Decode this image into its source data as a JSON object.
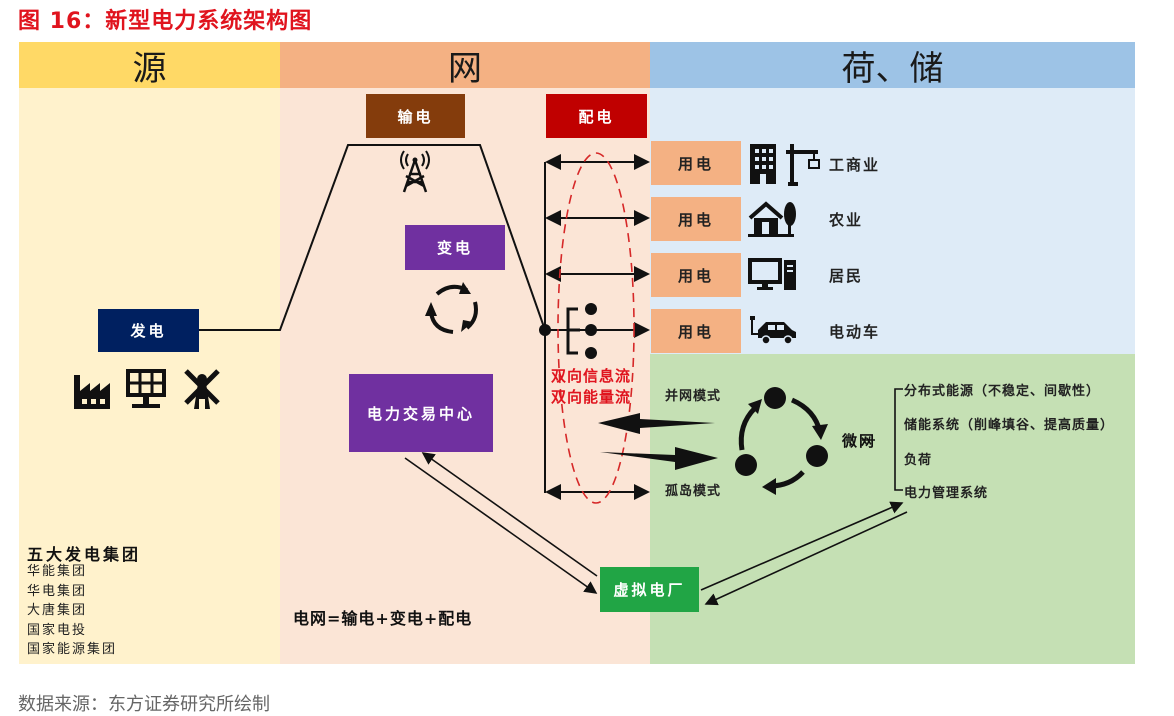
{
  "figure": {
    "title": "图 16：新型电力系统架构图",
    "source": "数据来源：东方证券研究所绘制"
  },
  "columns": {
    "source": {
      "label": "源",
      "header_color": "#ffd966",
      "body_color": "#fff2cc"
    },
    "grid": {
      "label": "网",
      "header_color": "#f4b183",
      "body_color": "#fbe5d6"
    },
    "load_storage": {
      "label": "荷、储",
      "header_color": "#9dc3e6",
      "body_color": "#deebf7",
      "lower_color": "#c5e0b4"
    }
  },
  "source_side": {
    "generation_label": "发电",
    "icons": [
      "factory-icon",
      "solar-panel-icon",
      "windmill-icon"
    ],
    "groups_title": "五大发电集团",
    "groups": [
      "华能集团",
      "华电集团",
      "大唐集团",
      "国家电投",
      "国家能源集团"
    ]
  },
  "grid_side": {
    "transmission_label": "输电",
    "transformation_label": "变电",
    "distribution_label": "配电",
    "trading_center_label": "电力交易中心",
    "equation": "电网=输电+变电+配电",
    "flow_labels": [
      "双向信息流",
      "双向能量流"
    ],
    "virtual_plant_label": "虚拟电厂"
  },
  "load_side": {
    "consumers": [
      {
        "box": "用电",
        "icon": "building-crane-icon",
        "label": "工商业"
      },
      {
        "box": "用电",
        "icon": "house-tree-icon",
        "label": "农业"
      },
      {
        "box": "用电",
        "icon": "computer-icon",
        "label": "居民"
      },
      {
        "box": "用电",
        "icon": "ev-car-icon",
        "label": "电动车"
      }
    ],
    "modes": [
      "并网模式",
      "孤岛模式"
    ],
    "microgrid_label": "微网",
    "microgrid_items": [
      "分布式能源（不稳定、间歇性）",
      "储能系统（削峰填谷、提高质量）",
      "负荷",
      "电力管理系统"
    ]
  },
  "colors": {
    "transmission": "#843c0c",
    "distribution": "#c00000",
    "transformation": "#7030a0",
    "generation": "#002060",
    "trading_center": "#7030a0",
    "virtual_plant": "#21a545",
    "flow_text": "#e0141e",
    "title": "#e0141e"
  }
}
